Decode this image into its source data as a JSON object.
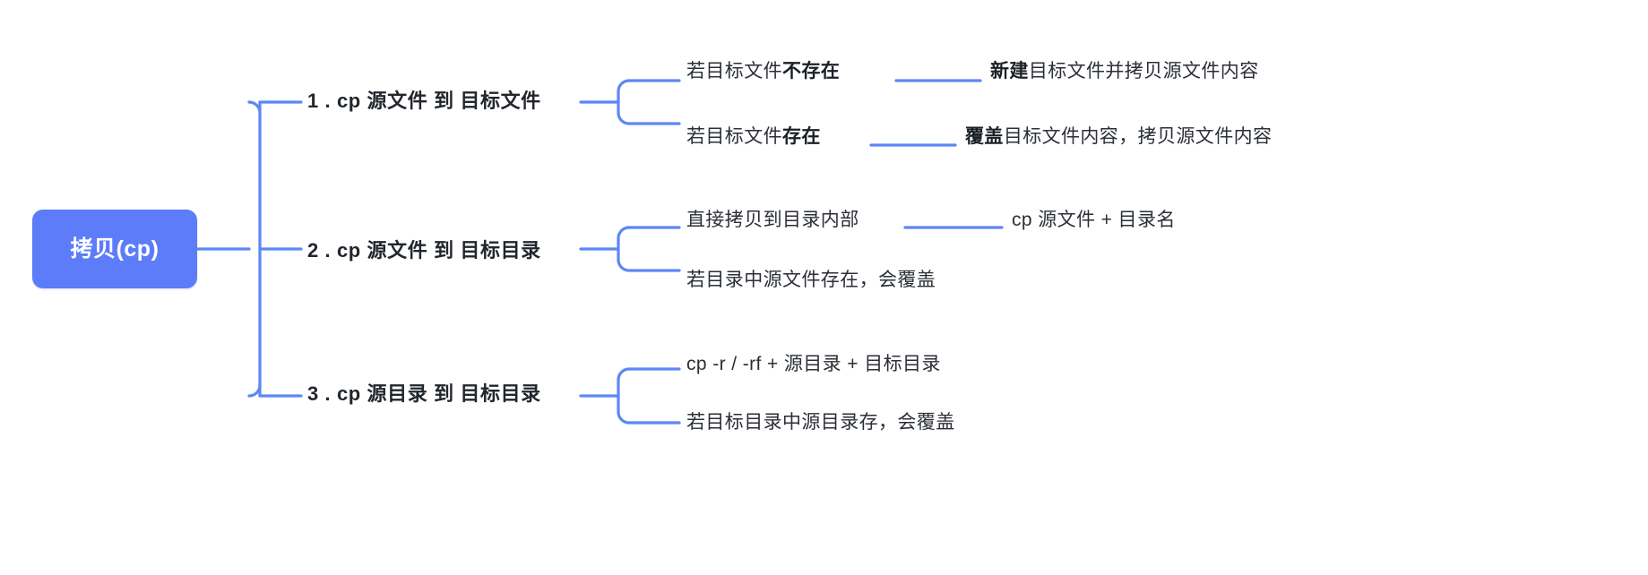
{
  "diagram": {
    "type": "mindmap",
    "title": "拷贝(cp)",
    "orientation": "left-to-right",
    "colors": {
      "node_fill": "#5c7cfa",
      "node_text": "#ffffff",
      "connector": "#5c87f5",
      "label_text": "#2b2f36",
      "background": "#ffffff"
    }
  },
  "root": {
    "label": "拷贝(cp)"
  },
  "branches": [
    {
      "label": "1 . cp 源文件 到 目标文件",
      "children": [
        {
          "text_plain": "若目标文件不存在",
          "prefix": "若目标文件",
          "emphasis": "不存在",
          "suffix": "",
          "detail": {
            "text_plain": "新建目标文件并拷贝源文件内容",
            "emphasis": "新建",
            "rest": "目标文件并拷贝源文件内容"
          }
        },
        {
          "text_plain": "若目标文件存在",
          "prefix": "若目标文件",
          "emphasis": "存在",
          "suffix": "",
          "detail": {
            "text_plain": "覆盖目标文件内容，拷贝源文件内容",
            "emphasis": "覆盖",
            "rest": "目标文件内容，拷贝源文件内容"
          }
        }
      ]
    },
    {
      "label": "2 . cp 源文件 到 目标目录",
      "children": [
        {
          "text_plain": "直接拷贝到目录内部",
          "prefix": "直接拷贝到目录内部",
          "emphasis": "",
          "suffix": "",
          "detail": {
            "text_plain": "cp 源文件 + 目录名",
            "emphasis": "",
            "rest": "cp 源文件 + 目录名"
          }
        },
        {
          "text_plain": "若目录中源文件存在，会覆盖",
          "prefix": "若目录中源文件存在，会覆盖",
          "emphasis": "",
          "suffix": "",
          "detail": null
        }
      ]
    },
    {
      "label": "3 . cp 源目录 到 目标目录",
      "children": [
        {
          "text_plain": "cp -r / -rf + 源目录 + 目标目录",
          "prefix": "cp -r / -rf + 源目录 + 目标目录",
          "emphasis": "",
          "suffix": "",
          "detail": null
        },
        {
          "text_plain": "若目标目录中源目录存，会覆盖",
          "prefix": "若目标目录中源目录存，会覆盖",
          "emphasis": "",
          "suffix": "",
          "detail": null
        }
      ]
    }
  ]
}
